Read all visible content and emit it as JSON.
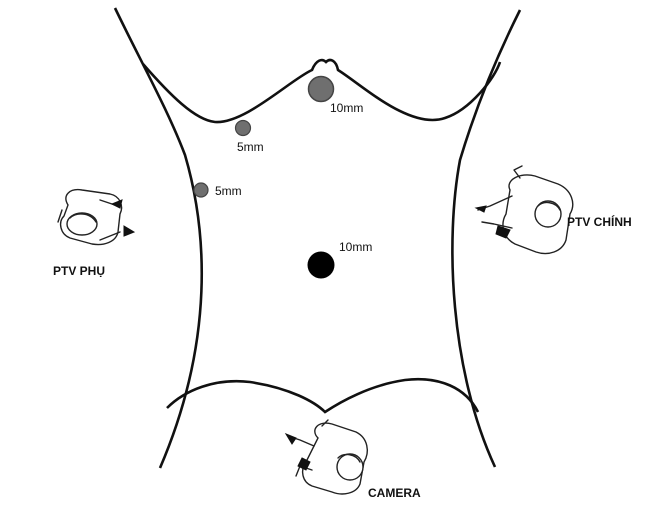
{
  "diagram": {
    "ports": [
      {
        "size": "10mm",
        "tone": "gray"
      },
      {
        "size": "5mm",
        "tone": "gray"
      },
      {
        "size": "5mm",
        "tone": "gray"
      },
      {
        "size": "10mm",
        "tone": "black"
      }
    ],
    "surgeons": {
      "assistant": "PTV PHỤ",
      "main": "PTV CHÍNH",
      "camera": "CAMERA"
    },
    "colors": {
      "outline": "#111111",
      "port_gray": "#6f6f6f",
      "port_gray_stroke": "#444444",
      "port_black": "#000000"
    }
  }
}
